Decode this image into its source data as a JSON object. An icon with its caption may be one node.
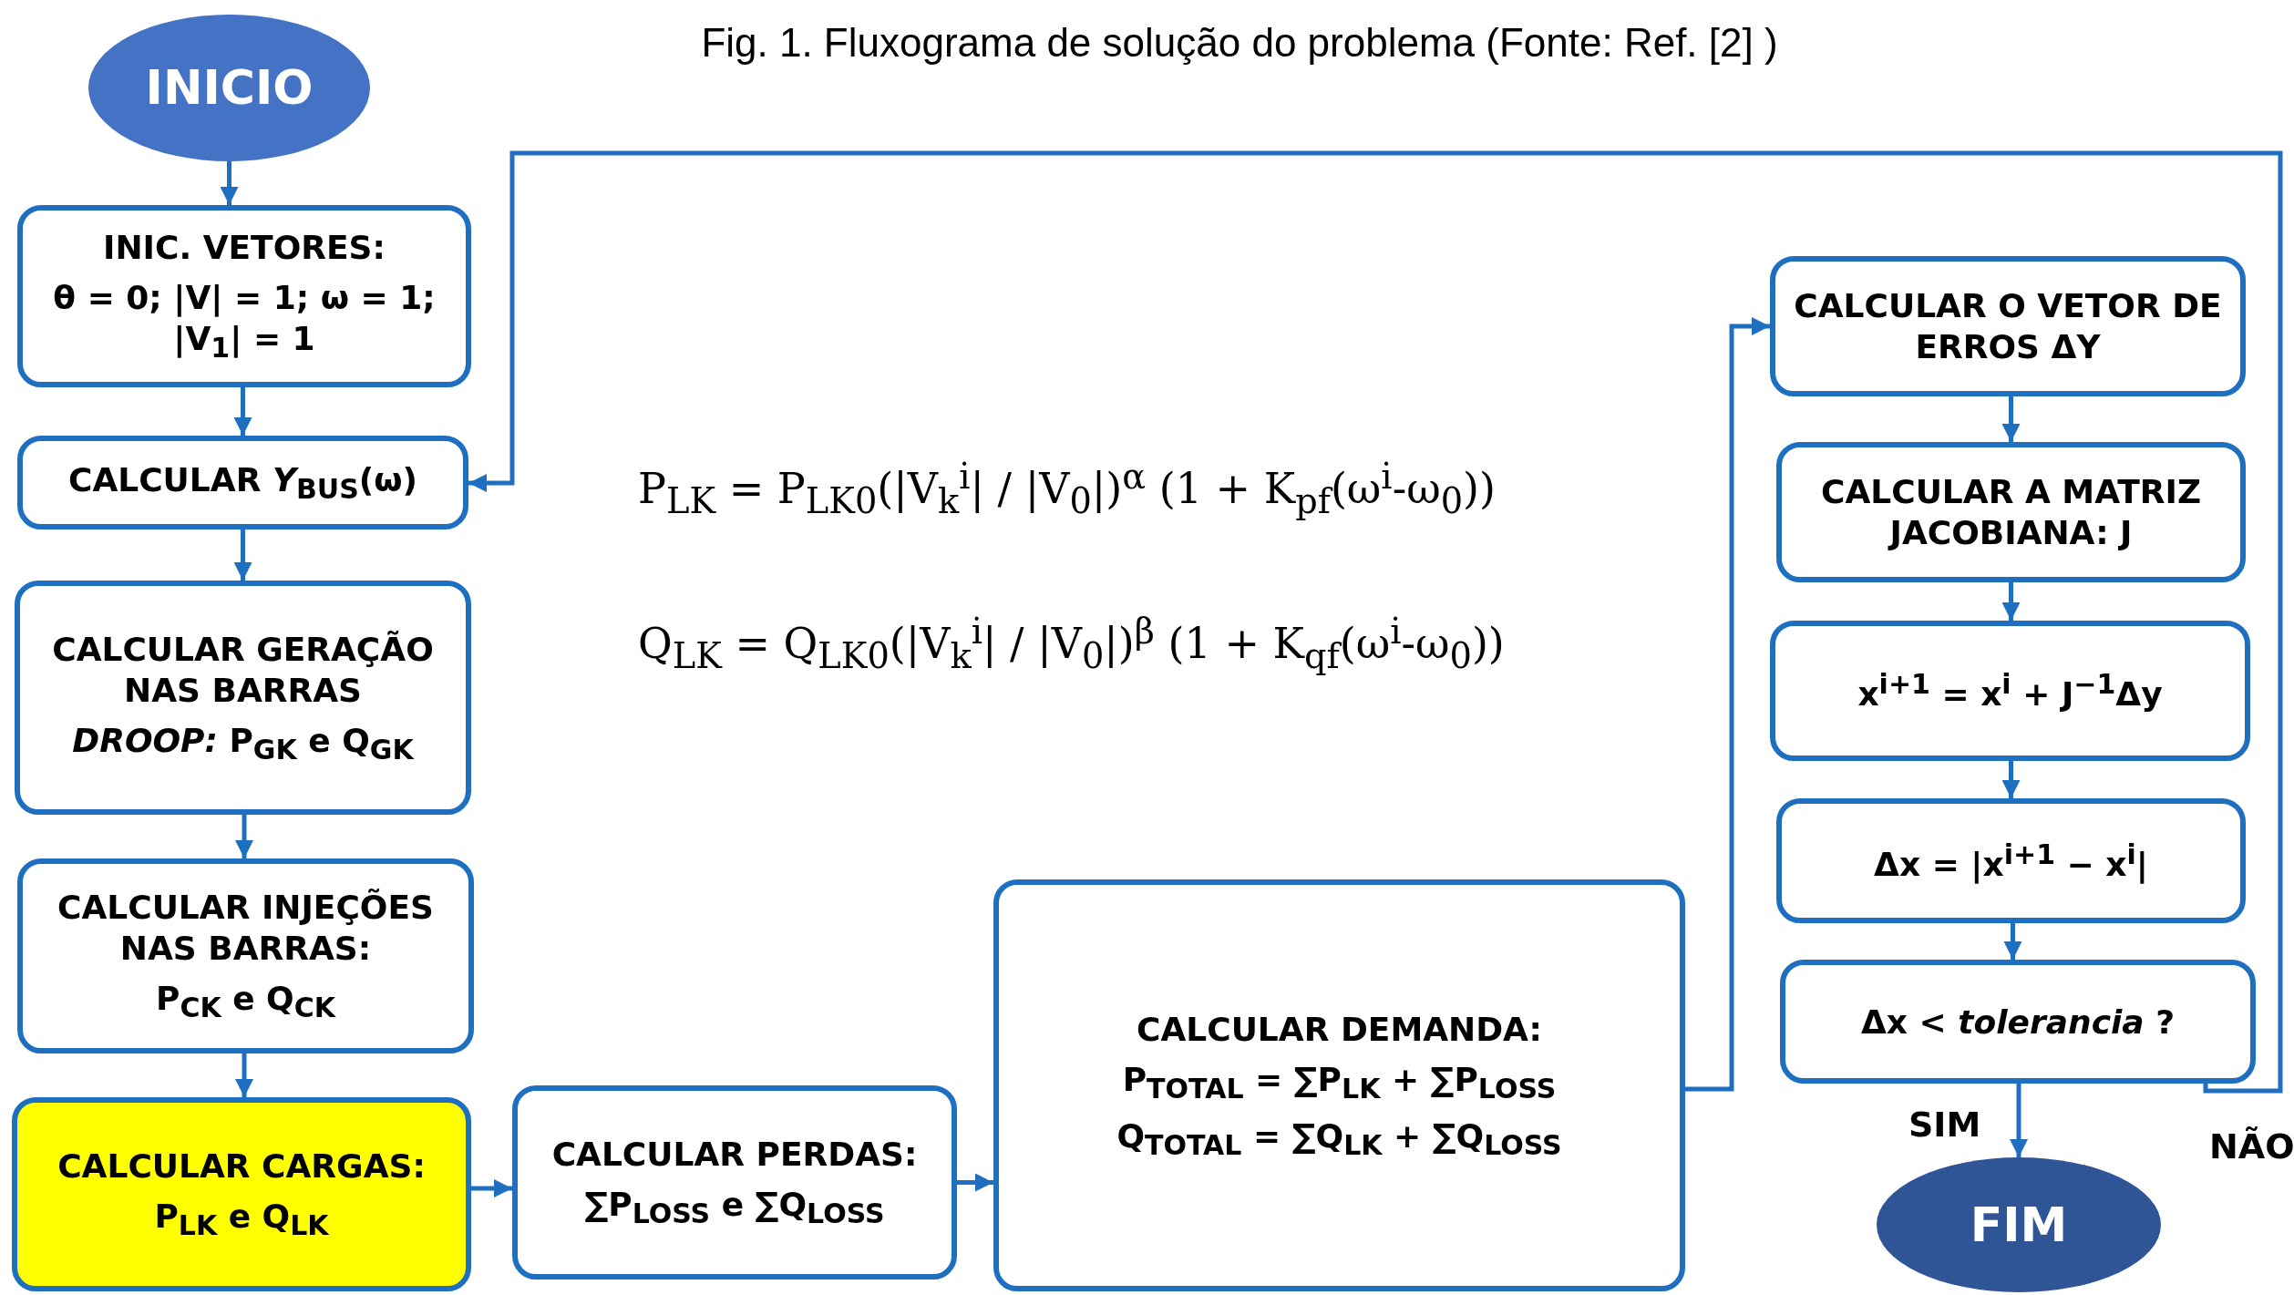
{
  "diagram": {
    "title": "Fig. 1. Fluxograma de solução do problema (Fonte: Ref. [2] )",
    "nodes": [
      {
        "text": [
          "INICIO"
        ]
      },
      {
        "text": [
          "INIC. VETORES:",
          "θ = 0; |V| = 1; ω = 1; |V$_{1}$| = 1"
        ]
      },
      {
        "text": [
          "CALCULAR *Y*$_{BUS}$(ω)"
        ]
      },
      {
        "text": [
          "CALCULAR GERAÇÃO NAS BARRAS",
          "*DROOP:* P$_{GK}$ e Q$_{GK}$"
        ]
      },
      {
        "text": [
          "CALCULAR INJEÇÕES NAS BARRAS:",
          "P$_{CK}$ e Q$_{CK}$"
        ]
      },
      {
        "text": [
          "CALCULAR CARGAS:",
          "P$_{LK}$ e Q$_{LK}$"
        ]
      },
      {
        "text": [
          "CALCULAR PERDAS:",
          "∑P$_{LOSS}$ e ∑Q$_{LOSS}$"
        ]
      },
      {
        "text": [
          "CALCULAR DEMANDA:",
          "P$_{TOTAL}$ = ∑P$_{LK}$ + ∑P$_{LOSS}$",
          "Q$_{TOTAL}$ = ∑Q$_{LK}$ + ∑Q$_{LOSS}$"
        ]
      },
      {
        "text": [
          "CALCULAR O VETOR DE ERROS ΔY"
        ]
      },
      {
        "text": [
          "CALCULAR A MATRIZ JACOBIANA: J"
        ]
      },
      {
        "text": [
          "x$^{i+1}$ = x$^{i}$ + J$^{−1}$Δy"
        ]
      },
      {
        "text": [
          "Δx = |x$^{i+1}$ − x$^{i}$|"
        ]
      },
      {
        "text": [
          "Δx < *tolerancia* ?"
        ]
      },
      {
        "text": [
          "FIM"
        ]
      }
    ],
    "edges": [
      {
        "from": 0,
        "to": 1,
        "arrow": "to"
      },
      {
        "from": 1,
        "to": 2,
        "arrow": "to"
      },
      {
        "from": 2,
        "to": 3,
        "arrow": "to"
      },
      {
        "from": 3,
        "to": 4,
        "arrow": "to"
      },
      {
        "from": 4,
        "to": 5,
        "arrow": "to"
      },
      {
        "from": 5,
        "to": 6,
        "arrow": "to"
      },
      {
        "from": 6,
        "to": 7,
        "arrow": "to"
      },
      {
        "from": 7,
        "to": 8,
        "arrow": "to"
      },
      {
        "from": 8,
        "to": 9,
        "arrow": "to"
      },
      {
        "from": 9,
        "to": 10,
        "arrow": "to"
      },
      {
        "from": 10,
        "to": 11,
        "arrow": "to"
      },
      {
        "from": 11,
        "to": 12,
        "arrow": "to"
      },
      {
        "from": 12,
        "to": 13,
        "label": "SIM",
        "arrow": "to"
      },
      {
        "from": 12,
        "to": 2,
        "label": "NÃO",
        "arrow": "to"
      }
    ],
    "labels": [
      "P$_{LK}$ = P$_{LK0}$(|V$_{k}$$^{i}$| / |V$_{0}$|)$^{α}$ (1 + K$_{pf}$(ω$^{i}$-ω$_{0}$))",
      "Q$_{LK}$ = Q$_{LK0}$(|V$_{k}$$^{i}$| / |V$_{0}$|)$^{β}$ (1 + K$_{qf}$(ω$^{i}$-ω$_{0}$))"
    ]
  }
}
